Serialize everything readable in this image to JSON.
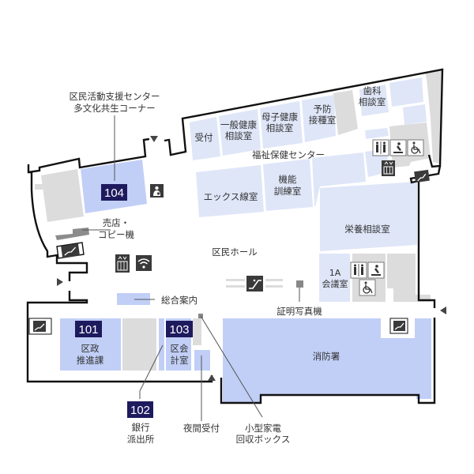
{
  "map": {
    "type": "floor-plan",
    "colors": {
      "room_light": "#dfe6f8",
      "room_primary": "#c1cff7",
      "room_other": "#dcdcdc",
      "shop": "#8c8c8c",
      "number_badge": "#1e1a5e",
      "wall": "#111111"
    },
    "callouts": {
      "community_center_line1": "区民活動支援センター",
      "community_center_line2": "多文化共生コーナー",
      "shop_line1": "売店・",
      "shop_line2": "コピー機",
      "general_info": "総合案内",
      "id_photo": "証明写真機",
      "night_reception": "夜間受付",
      "recycle_line1": "小型家電",
      "recycle_line2": "回収ボックス",
      "bank_line1": "銀行",
      "bank_line2": "派出所"
    },
    "rooms": {
      "reception": "受付",
      "general_health_1": "一般健康",
      "general_health_2": "相談室",
      "maternal_health_1": "母子健康",
      "maternal_health_2": "相談室",
      "vaccination_1": "予防",
      "vaccination_2": "接種室",
      "dental_1": "歯科",
      "dental_2": "相談室",
      "welfare_center": "福祉保健センター",
      "xray": "エックス線室",
      "rehab_1": "機能",
      "rehab_2": "訓練室",
      "nutrition": "栄養相談室",
      "meeting_1a_1": "1A",
      "meeting_1a_2": "会議室",
      "hall": "区民ホール",
      "admin_1": "区政",
      "admin_2": "推進課",
      "accounting_1": "区会",
      "accounting_2": "計室",
      "fire_dept": "消防署"
    },
    "room_numbers": {
      "r101": "101",
      "r102": "102",
      "r103": "103",
      "r104": "104"
    },
    "icons": [
      "restroom-icon",
      "baby-changing-icon",
      "wheelchair-icon",
      "elevator-icon",
      "stairs-icon",
      "escalator-icon",
      "wifi-icon",
      "nursing-room-icon",
      "entrance-arrow-icon"
    ]
  }
}
